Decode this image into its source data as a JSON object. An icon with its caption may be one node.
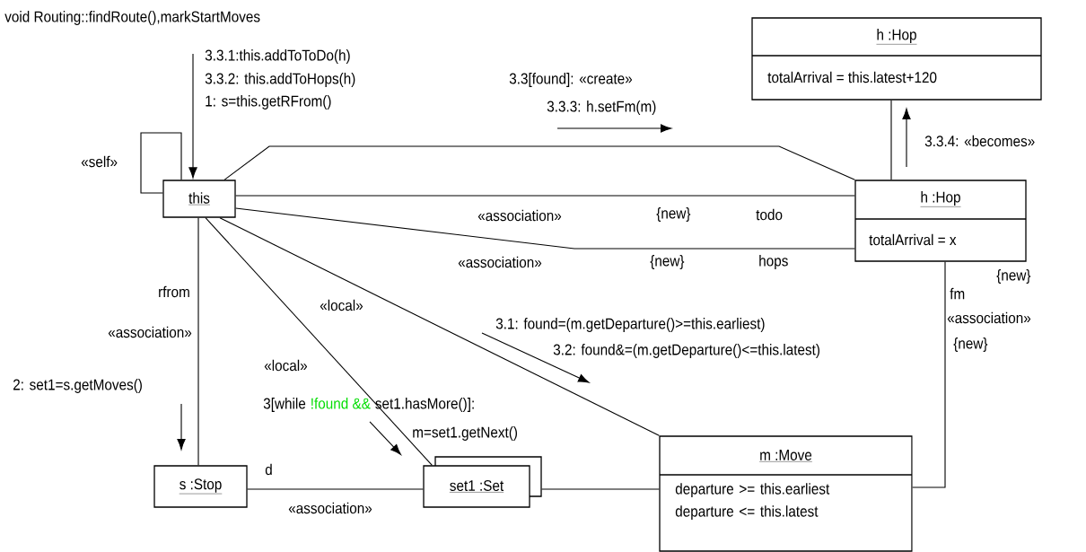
{
  "diagram": {
    "nodes": [
      {
        "text": [
          "this"
        ]
      },
      {
        "text": [
          "h :Hop",
          "totalArrival = this.latest+120"
        ]
      },
      {
        "text": [
          "h :Hop",
          "totalArrival = x"
        ]
      },
      {
        "text": [
          "s :Stop"
        ]
      },
      {
        "text": [
          "set1 :Set"
        ]
      },
      {
        "text": [
          "m :Move",
          "departure >= this.earliest departure <= this.latest"
        ]
      }
    ],
    "edges": [
      {
        "from": 0,
        "to": 0,
        "arrow": "none"
      },
      {
        "from": 0,
        "to": 2,
        "arrow": "none"
      },
      {
        "from": 0,
        "to": 2,
        "arrow": "none"
      },
      {
        "from": 0,
        "to": 2,
        "arrow": "none"
      },
      {
        "from": 0,
        "to": 3,
        "arrow": "none"
      },
      {
        "from": 0,
        "to": 4,
        "arrow": "none"
      },
      {
        "from": 0,
        "to": 5,
        "arrow": "none"
      },
      {
        "from": 3,
        "to": 4,
        "arrow": "none"
      },
      {
        "from": 4,
        "to": 5,
        "arrow": "none"
      },
      {
        "from": 5,
        "to": 2,
        "arrow": "none"
      },
      {
        "from": 2,
        "to": 1,
        "arrow": "none"
      },
      {
        "from": null,
        "to": 0,
        "arrow": "to"
      }
    ],
    "labels": [
      "void Routing::findRoute(),markStartMoves",
      "3.3.1:this.addToToDo(h)",
      "3.3.2: this.addToHops(h)",
      "1: s=this.getRFrom()",
      "3.3[found]: «create»",
      "3.3.3: h.setFm(m)",
      "3.3.4: «becomes»",
      "«self»",
      "«association»",
      "{new}",
      "todo",
      "«association»",
      "{new}",
      "hops",
      "{new}",
      "rfrom",
      "fm",
      "«local»",
      "3.1: found=(m.getDeparture()>=this.earliest)",
      "«association»",
      "3.2: found&=(m.getDeparture()<=this.latest)",
      "{new}",
      "«association»",
      "«local»",
      "2: set1=s.getMoves()",
      "3[while",
      "!found &&",
      "set1.hasMore()]:",
      "m=set1.getNext()",
      "d",
      "«association»"
    ]
  }
}
